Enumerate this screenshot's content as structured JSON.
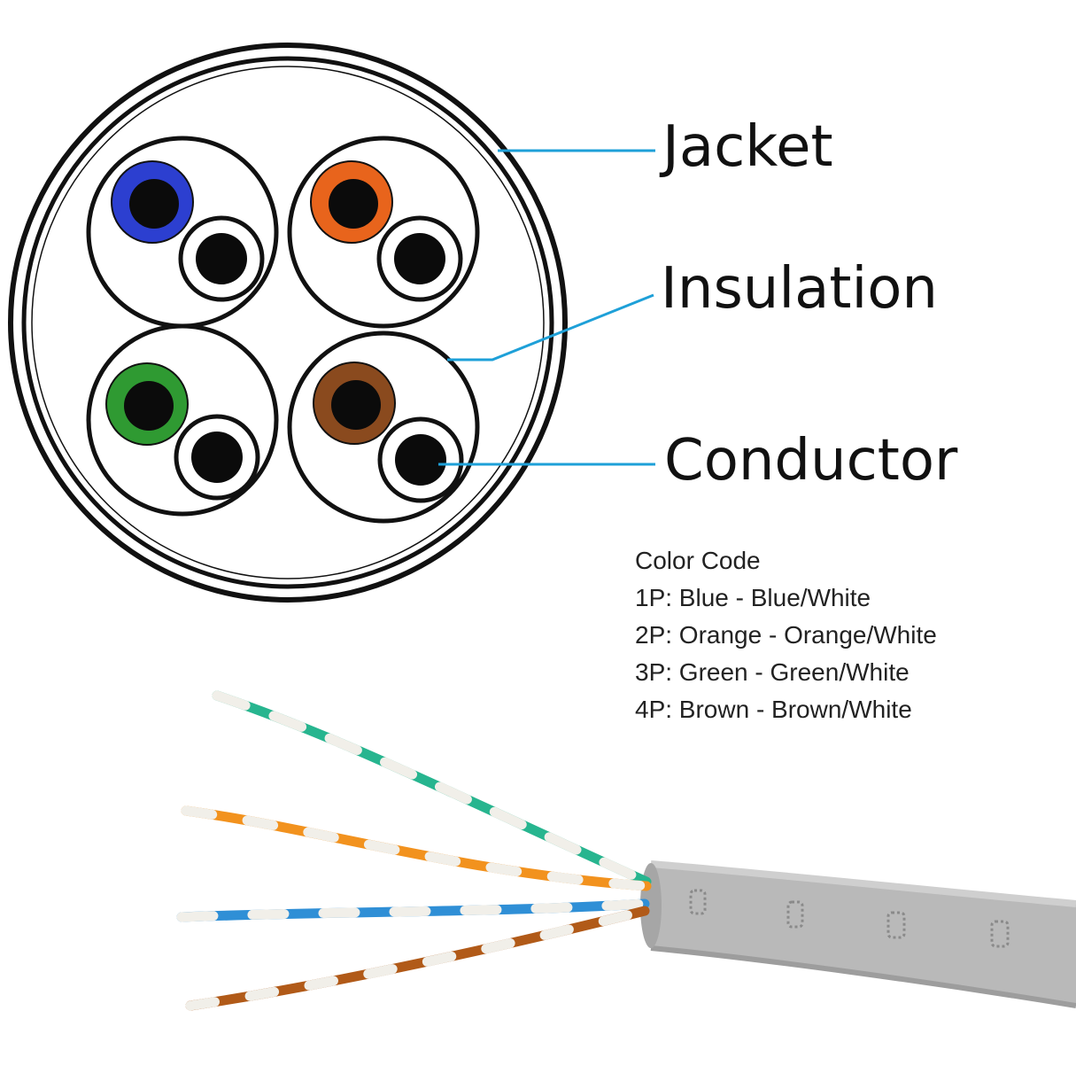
{
  "labels": {
    "jacket": "Jacket",
    "insulation": "Insulation",
    "conductor": "Conductor"
  },
  "color_code": {
    "title": "Color Code",
    "pairs": [
      {
        "text": "1P: Blue - Blue/White"
      },
      {
        "text": "2P: Orange - Orange/White"
      },
      {
        "text": "3P: Green - Green/White"
      },
      {
        "text": "4P: Brown - Brown/White"
      }
    ]
  },
  "colors": {
    "callout_line": "#1ea0d8",
    "outline": "#111111",
    "pair_blue": "#2c3fd0",
    "pair_orange": "#e8641c",
    "pair_green": "#2f9a32",
    "pair_brown": "#8a4a1e",
    "jacket_gray": "#b9b9b9",
    "wire_teal": "#27b58f",
    "wire_orange": "#f2921e",
    "wire_blue": "#2f8fd6",
    "wire_brown": "#b15a18",
    "wire_white": "#f1efe9"
  }
}
